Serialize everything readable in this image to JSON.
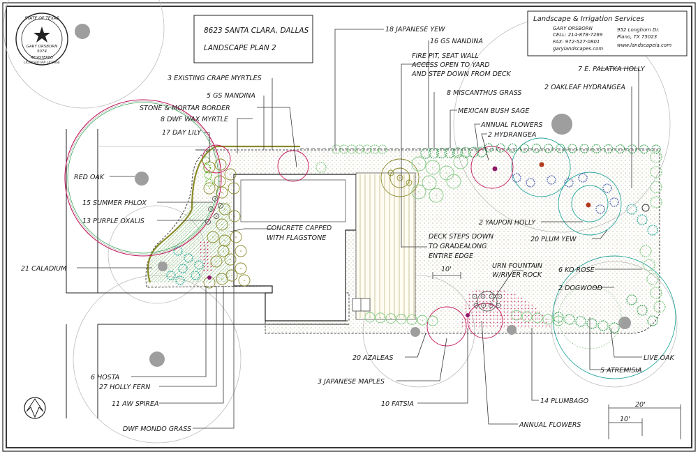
{
  "title_block": {
    "address": "8623 SANTA CLARA, DALLAS",
    "plan": "LANDSCAPE PLAN 2"
  },
  "company": {
    "name": "Landscape & Irrigation Services",
    "contact_name": "GARY ORSBORN",
    "cell": "CELL: 214-878-7269",
    "fax": "FAX: 972-527-0801",
    "email": "garylandscapes.com",
    "street": "952 Longhorn Dr.",
    "city": "Plano, TX 75023",
    "web": "www.landscapeia.com"
  },
  "seal": {
    "top": "STATE OF TEXAS",
    "name": "GARY ORSBORN",
    "number": "5074",
    "registered": "REGISTERED",
    "bottom": "LICENSED  IRR LICENSE"
  },
  "scale": {
    "ten_a": "10'",
    "ten_b": "10'",
    "twenty": "20'"
  },
  "labels": {
    "japanese_yew": "18 JAPANESE YEW",
    "gs_nandina_16": "16 GS NANDINA",
    "fire_pit_1": "FIRE PIT, SEAT WALL",
    "fire_pit_2": "ACCESS OPEN TO YARD",
    "fire_pit_3": "AND STEP DOWN FROM DECK",
    "crape_myrtles": "3 EXISTING CRAPE MYRTLES",
    "gs_nandina_5": "5 GS NANDINA",
    "stone_border": "STONE & MORTAR BORDER",
    "wax_myrtle": "8 DWF WAX MYRTLE",
    "day_lily": "17 DAY LILY",
    "miscanthus": "8 MISCANTHUS GRASS",
    "bush_sage": "MEXICAN BUSH SAGE",
    "annual_flowers_top": "ANNUAL FLOWERS",
    "hydrangea": "2 HYDRANGEA",
    "palatka_holly": "7 E. PALATKA HOLLY",
    "oakleaf": "2 OAKLEAF HYDRANGEA",
    "red_oak": "RED OAK",
    "summer_phlox": "15 SUMMER PHLOX",
    "purple_oxalis": "13 PURPLE OXALIS",
    "concrete_1": "CONCRETE CAPPED",
    "concrete_2": "WITH FLAGSTONE",
    "deck_1": "DECK STEPS DOWN",
    "deck_2": "TO GRADEALONG",
    "deck_3": "ENTIRE EDGE",
    "yaupon": "2 YAUPON HOLLY",
    "plum_yew": "20 PLUM YEW",
    "caladium": "21 CALADIUM",
    "urn_1": "URN FOUNTAIN",
    "urn_2": "W/RIVER ROCK",
    "ko_rose": "6 KO ROSE",
    "dogwood": "2 DOGWOOD",
    "live_oak": "LIVE OAK",
    "atremisia": "5 ATREMISIA",
    "azaleas": "20 AZALEAS",
    "japanese_maples": "3 JAPANESE MAPLES",
    "hosta": "6 HOSTA",
    "holly_fern": "27 HOLLY FERN",
    "spirea": "11 AW SPIREA",
    "fatsia": "10 FATSIA",
    "plumbago": "14 PLUMBAGO",
    "mondo": "DWF MONDO GRASS",
    "annual_flowers_bottom": "ANNUAL FLOWERS"
  },
  "colors": {
    "shrub_green": "#3aa356",
    "light_green": "#7fc97f",
    "magenta": "#c2185b",
    "purple": "#8e44ad",
    "teal": "#26a69a",
    "olive": "#8a8a2a",
    "blue_flower": "#4a5fb0",
    "tree_gray": "#8f8f8f"
  }
}
